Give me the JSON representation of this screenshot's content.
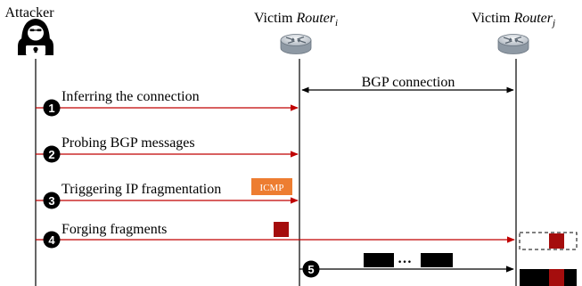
{
  "participants": {
    "attacker": {
      "label": "Attacker"
    },
    "router_i": {
      "prefix": "Victim ",
      "name": "Router",
      "sub": "i"
    },
    "router_j": {
      "prefix": "Victim ",
      "name": "Router",
      "sub": "j"
    }
  },
  "bgp_connection_label": "BGP connection",
  "steps": [
    {
      "num": "1",
      "label": "Inferring the connection"
    },
    {
      "num": "2",
      "label": "Probing BGP messages"
    },
    {
      "num": "3",
      "label": "Triggering IP fragmentation"
    },
    {
      "num": "4",
      "label": "Forging fragments"
    },
    {
      "num": "5",
      "label": ""
    }
  ],
  "icmp_badge": "ICMP",
  "ellipsis": "…",
  "colors": {
    "attack_arrow": "#c00000",
    "forged_fragment": "#a50d0d",
    "icmp_badge": "#ed7d31",
    "normal_fragment": "#000000",
    "router_body": "#d0d6dc",
    "router_dark": "#6a7580"
  },
  "icons": {
    "attacker": "hacker-icon",
    "router": "router-icon"
  }
}
